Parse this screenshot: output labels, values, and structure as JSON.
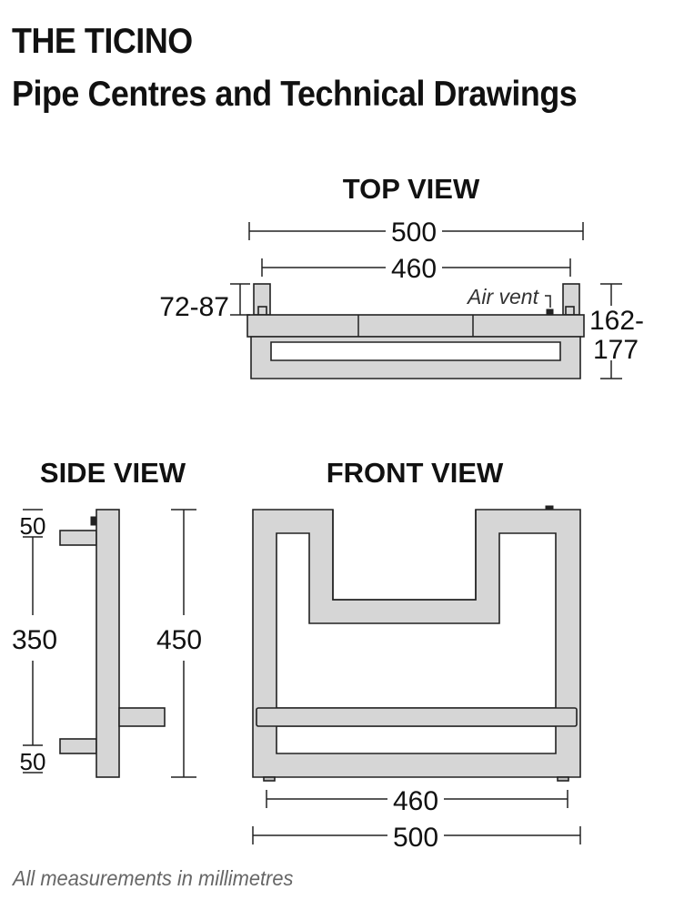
{
  "header": {
    "title_line1": "THE TICINO",
    "title_line2": "Pipe Centres and Technical Drawings"
  },
  "views": {
    "top": {
      "heading": "TOP VIEW",
      "overall_width": "500",
      "pipe_centres": "460",
      "wall_to_pipe": "72-87",
      "depth_line1": "162-",
      "depth_line2": "177",
      "air_vent_label": "Air vent"
    },
    "side": {
      "heading": "SIDE VIEW",
      "top_offset": "50",
      "pipe_spacing": "350",
      "bottom_offset": "50",
      "overall_height": "450"
    },
    "front": {
      "heading": "FRONT VIEW",
      "pipe_centres": "460",
      "overall_width": "500"
    }
  },
  "footer": {
    "note": "All measurements in millimetres"
  }
}
